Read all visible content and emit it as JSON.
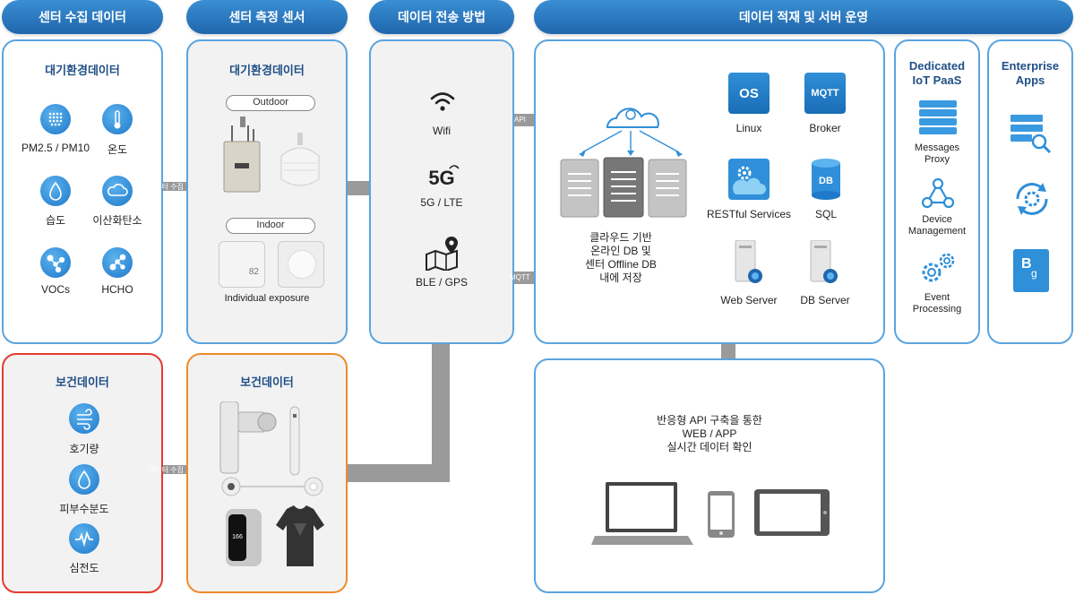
{
  "headers": {
    "h1": "센터 수집 데이터",
    "h2": "센터 측정 센서",
    "h3": "데이터 전송 방법",
    "h4": "데이터 적재 및 서버 운영"
  },
  "collect": {
    "title": "대기환경데이터",
    "items": [
      "PM2.5 / PM10",
      "온도",
      "습도",
      "이산화탄소",
      "VOCs",
      "HCHO"
    ]
  },
  "sensor": {
    "title": "대기환경데이터",
    "outdoor": "Outdoor",
    "indoor": "Indoor",
    "display_value": "82",
    "caption": "Individual exposure"
  },
  "transfer": {
    "items": [
      "Wifi",
      "5G / LTE",
      "BLE / GPS"
    ],
    "fiveg_glyph": "5G"
  },
  "arrows": {
    "collect1": "데이터 수집",
    "collect2": "데이터 수집",
    "api": "API",
    "mqtt": "MQTT"
  },
  "cloud": {
    "caption_lines": [
      "클라우드 기반",
      "온라인 DB 및",
      "센터 Offline DB",
      "내에 저장"
    ]
  },
  "services": {
    "os_icon": "OS",
    "mqtt_icon": "MQTT",
    "db_icon": "DB",
    "linux": "Linux",
    "broker": "Broker",
    "restful": "RESTful Services",
    "sql": "SQL",
    "web_server": "Web Server",
    "db_server": "DB Server"
  },
  "paas": {
    "title_lines": [
      "Dedicated",
      "IoT PaaS"
    ],
    "items": [
      [
        "Messages",
        "Proxy"
      ],
      [
        "Device",
        "Management"
      ],
      [
        "Event",
        "Processing"
      ]
    ]
  },
  "enterprise": {
    "title_lines": [
      "Enterprise",
      "Apps"
    ],
    "book_glyph": "B",
    "book_glyph2": "g"
  },
  "health_collect": {
    "title": "보건데이터",
    "items": [
      "호기량",
      "피부수분도",
      "심전도"
    ]
  },
  "health_sensor": {
    "title": "보건데이터",
    "watch_value": "166"
  },
  "realtime": {
    "lines": [
      "반응형 API 구축을 통한",
      "WEB / APP",
      "실시간 데이터 확인"
    ]
  }
}
